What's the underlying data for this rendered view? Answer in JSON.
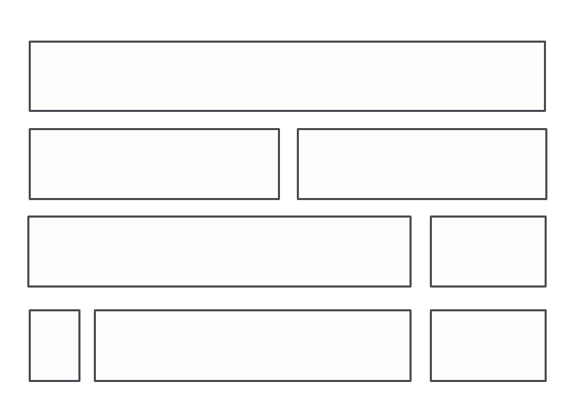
{
  "wireframe": {
    "stroke_color": "#4a4d53",
    "fill_color": "#fdfdfd",
    "rows": [
      {
        "blocks": [
          "block"
        ]
      },
      {
        "blocks": [
          "block",
          "block"
        ]
      },
      {
        "blocks": [
          "block",
          "block"
        ]
      },
      {
        "blocks": [
          "block",
          "block",
          "block"
        ]
      }
    ]
  }
}
